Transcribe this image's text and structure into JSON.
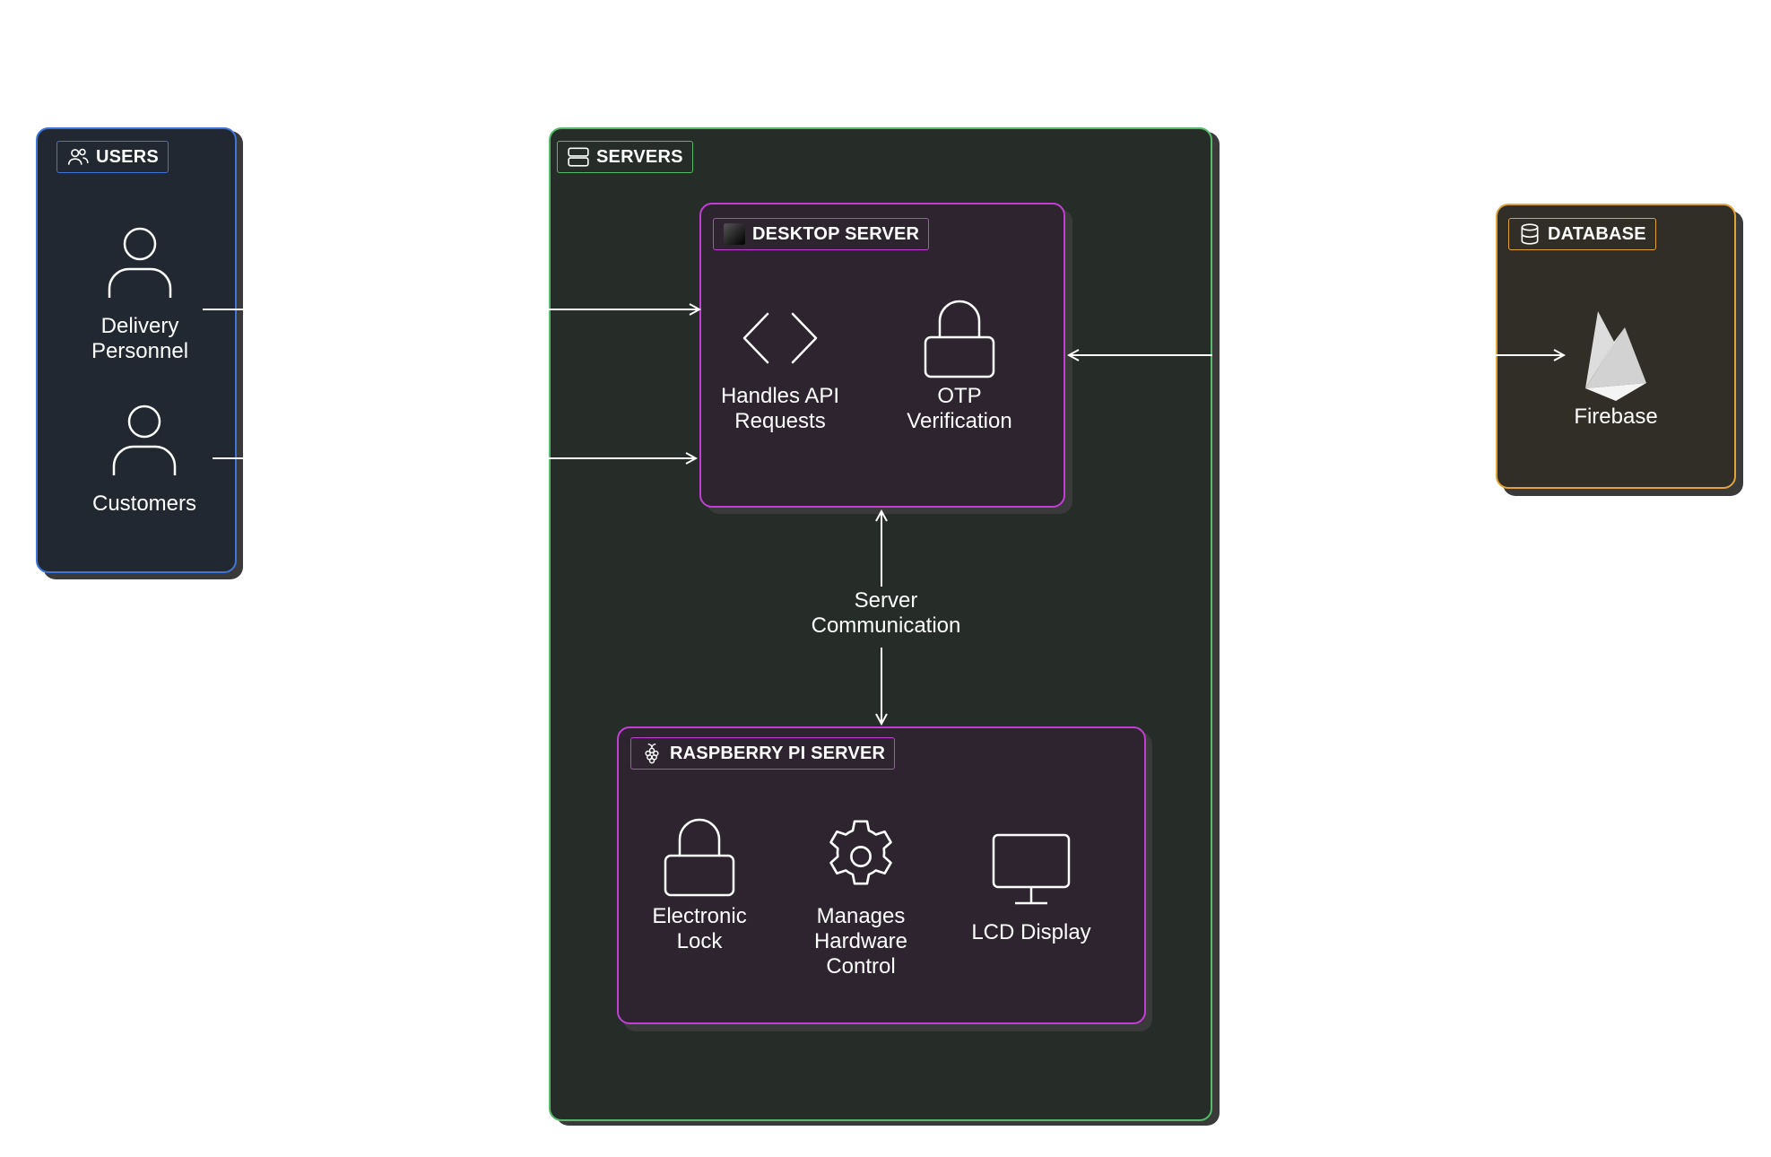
{
  "groups": {
    "users": {
      "label": "USERS",
      "border": "#3f74d9",
      "fill": "#222831",
      "icon": "users-icon"
    },
    "servers": {
      "label": "SERVERS",
      "border": "#55bb6a",
      "fill": "#262d28",
      "icon": "server-icon"
    },
    "desktop": {
      "label": "DESKTOP SERVER",
      "border": "#c13fd3",
      "fill": "#2e2430",
      "icon": "desktop-logo-icon"
    },
    "raspberry": {
      "label": "RASPBERRY PI SERVER",
      "border": "#c13fd3",
      "fill": "#2e2430",
      "icon": "raspberry-pi-icon"
    },
    "database": {
      "label": "DATABASE",
      "border": "#e0a23a",
      "fill": "#312e27",
      "icon": "database-icon"
    }
  },
  "nodes": {
    "delivery": {
      "label": "Delivery Personnel",
      "icon": "person-icon"
    },
    "customers": {
      "label": "Customers",
      "icon": "person-icon"
    },
    "api": {
      "label": "Handles API Requests",
      "icon": "code-icon"
    },
    "otp": {
      "label": "OTP Verification",
      "icon": "lock-icon"
    },
    "lock": {
      "label": "Electronic Lock",
      "icon": "lock-icon"
    },
    "hardware": {
      "label": "Manages Hardware Control",
      "icon": "gear-icon"
    },
    "lcd": {
      "label": "LCD Display",
      "icon": "monitor-icon"
    },
    "firebase": {
      "label": "Firebase",
      "icon": "firebase-icon"
    }
  },
  "edges": {
    "server_comm": {
      "label": "Server Communication"
    }
  }
}
